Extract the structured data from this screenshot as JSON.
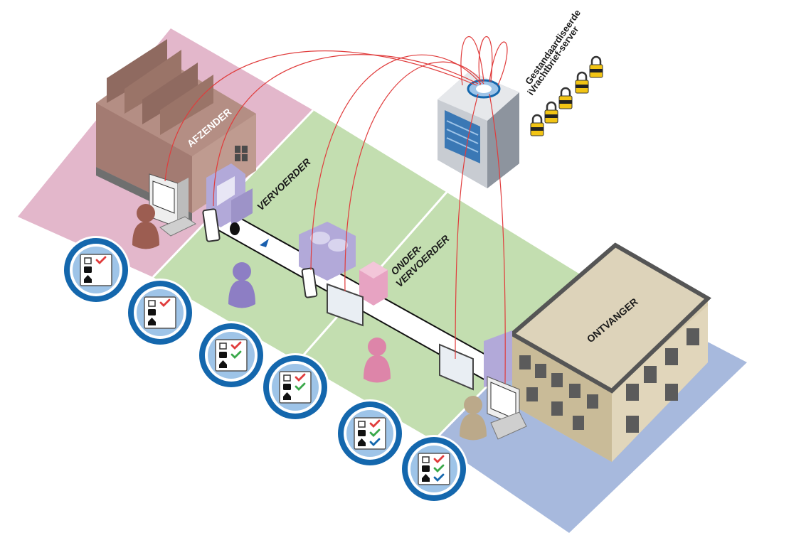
{
  "labels": {
    "afzender": "AFZENDER",
    "vervoerder": "VERVOERDER",
    "ondervervoerder_line1": "ONDER-",
    "ondervervoerder_line2": "VERVOERDER",
    "ontvanger": "ONTVANGER",
    "server_line1": "Gestandaardiseerde",
    "server_line2": "iVrachtbrief-server"
  },
  "colors": {
    "zone_sender": "#e3b7cb",
    "zone_carrier": "#c3deb0",
    "zone_receiver": "#a7b9dd",
    "factory": "#b48e84",
    "warehouse": "#d8ccae",
    "road": "#ffffff",
    "signal_line": "#e03c3c",
    "badge_blue": "#1467ad",
    "lock_yellow": "#f2c414",
    "person_sender": "#9c5d51",
    "person_carrier": "#8d7ec4",
    "person_subcarrier": "#dd85a9",
    "person_receiver": "#bba98a"
  },
  "status_badges": [
    {
      "checks": [
        "red"
      ]
    },
    {
      "checks": [
        "red"
      ]
    },
    {
      "checks": [
        "red",
        "green"
      ]
    },
    {
      "checks": [
        "red",
        "green"
      ]
    },
    {
      "checks": [
        "red",
        "green",
        "blue"
      ]
    },
    {
      "checks": [
        "red",
        "green",
        "blue"
      ]
    }
  ],
  "locks_count_note": "5",
  "icons": [
    "factory-icon",
    "truck-icon",
    "server-icon",
    "lock-icon",
    "tablet-icon",
    "person-icon",
    "check-icon"
  ]
}
